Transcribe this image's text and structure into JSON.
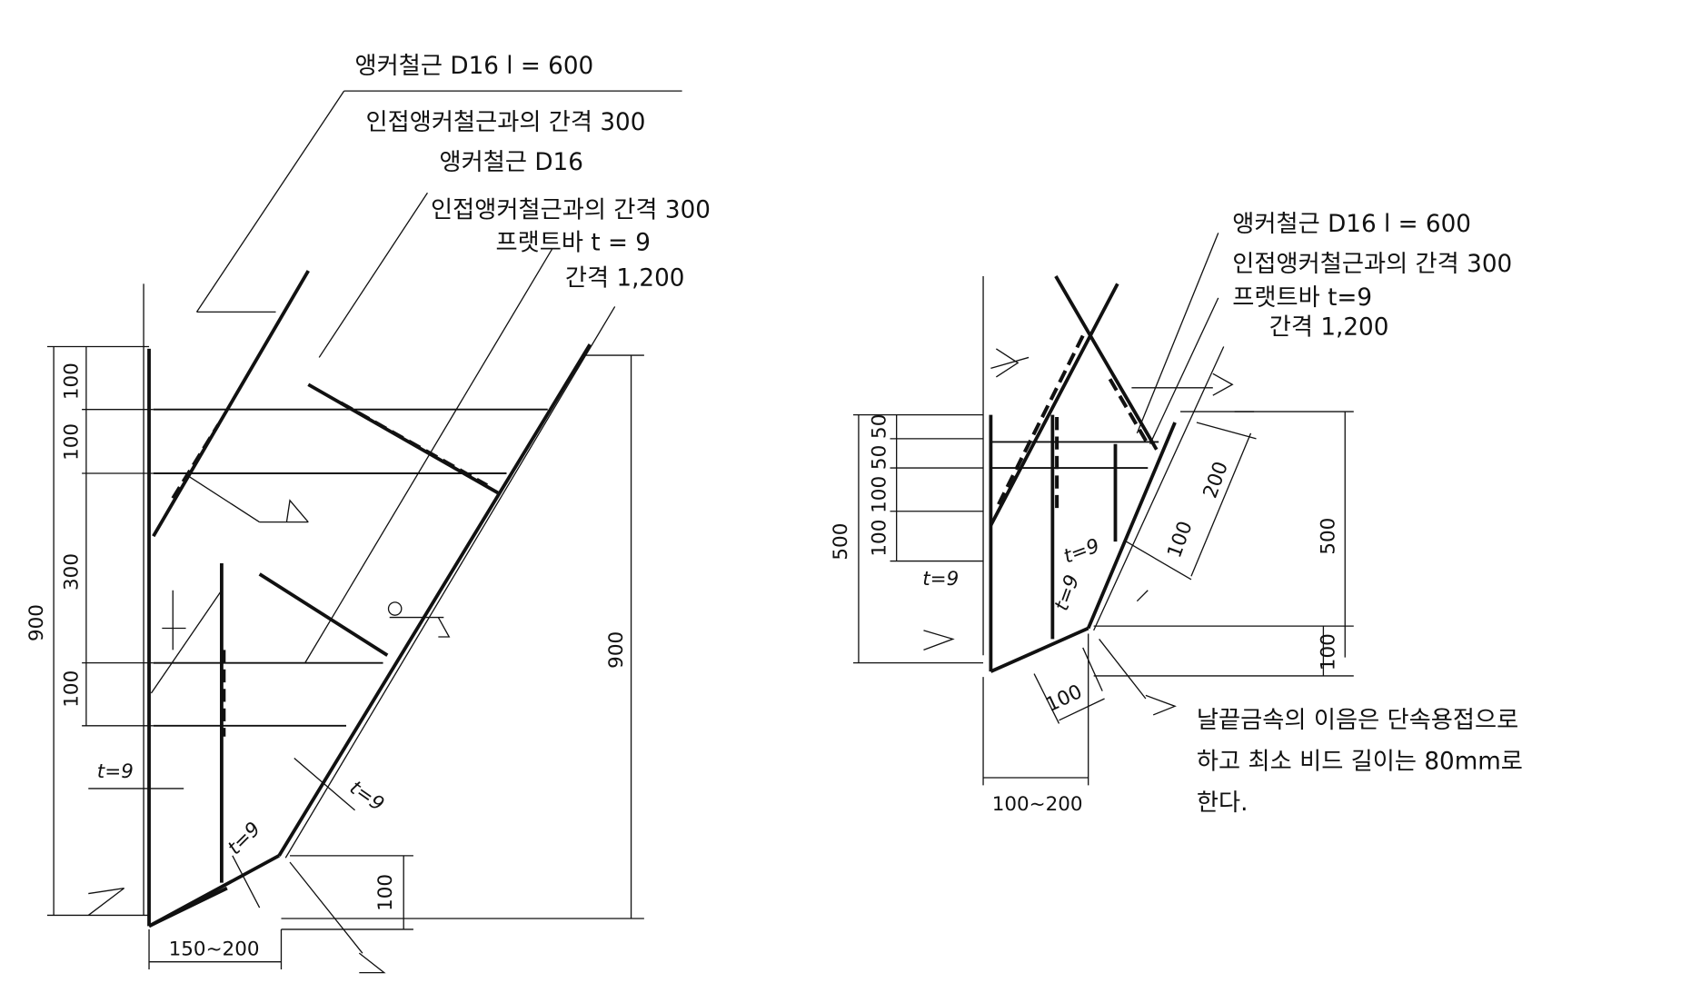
{
  "left": {
    "anchor1": "앵커철근 D16  l = 600",
    "anchor1_spacing": "인접앵커철근과의 간격 300",
    "anchor2": "앵커철근 D16",
    "anchor2_spacing": "인접앵커철근과의 간격 300",
    "flat_bar": "프랫트바 t = 9",
    "flat_bar_spacing": "간격 1,200",
    "dim_100a": "100",
    "dim_100b": "100",
    "dim_300": "300",
    "dim_100c": "100",
    "dim_900_left": "900",
    "dim_900_right": "900",
    "dim_100_bottom": "100",
    "dim_width": "150~200",
    "t9_left": "t=9",
    "t9_slope": "t=9",
    "t9_bottom": "t=9"
  },
  "right": {
    "anchor1": "앵커철근 D16  l = 600",
    "anchor1_spacing": "인접앵커철근과의 간격 300",
    "flat_bar": "프랫트바 t=9",
    "flat_bar_spacing": "간격 1,200",
    "dim_500_left": "500",
    "dim_stack": "100 100 50 50",
    "t9_left": "t=9",
    "t9_inner": "t=9",
    "t9_slope": "t=9",
    "dim_200": "200",
    "dim_100_slope": "100",
    "dim_500_right": "500",
    "dim_100_right": "100",
    "dim_100_bottom": "100",
    "dim_width": "100~200",
    "note_line1": "날끝금속의 이음은 단속용접으로",
    "note_line2": "하고 최소 비드 길이는 80mm로",
    "note_line3": "한다."
  }
}
